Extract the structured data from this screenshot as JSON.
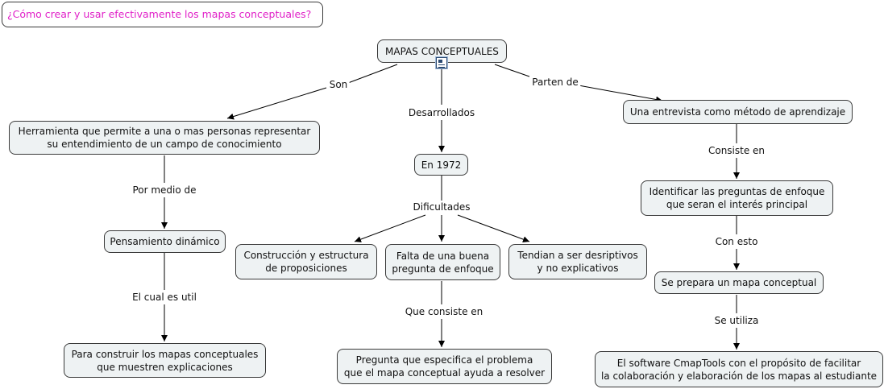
{
  "title": "¿Cómo crear y usar efectivamente los mapas conceptuales?",
  "root": "MAPAS CONCEPTUALES",
  "nodes": {
    "herramienta": "Herramienta que permite a una o mas personas representar\nsu entendimiento de un campo de conocimiento",
    "pensamiento": "Pensamiento dinámico",
    "construir": "Para construir los mapas conceptuales\nque muestren explicaciones",
    "anio": "En 1972",
    "construccion": "Construcción y estructura\nde proposiciones",
    "falta": "Falta de una buena\npregunta de enfoque",
    "tendian": "Tendian a ser desriptivos\ny no explicativos",
    "pregunta": "Pregunta que especifica el problema\nque el mapa conceptual ayuda a resolver",
    "entrevista": "Una entrevista como método de aprendizaje",
    "identificar": "Identificar las preguntas de enfoque\nque seran el interés principal",
    "prepara": "Se prepara un mapa conceptual",
    "software": "El software CmapTools con el propósito de facilitar\nla colaboración y elaboración de los mapas al estudiante"
  },
  "links": {
    "son": "Son",
    "desarrollados": "Desarrollados",
    "parten": "Parten de",
    "por_medio": "Por medio de",
    "cual_util": "El cual es util",
    "dificultades": "Dificultades",
    "que_consiste": "Que consiste en",
    "consiste": "Consiste en",
    "con_esto": "Con esto",
    "se_utiliza": "Se utiliza"
  },
  "icons": {
    "root": "concept-map-document-icon"
  },
  "colors": {
    "title_text": "#e020c8",
    "node_fill": "#eef2f3",
    "border": "#3a3a3a"
  }
}
